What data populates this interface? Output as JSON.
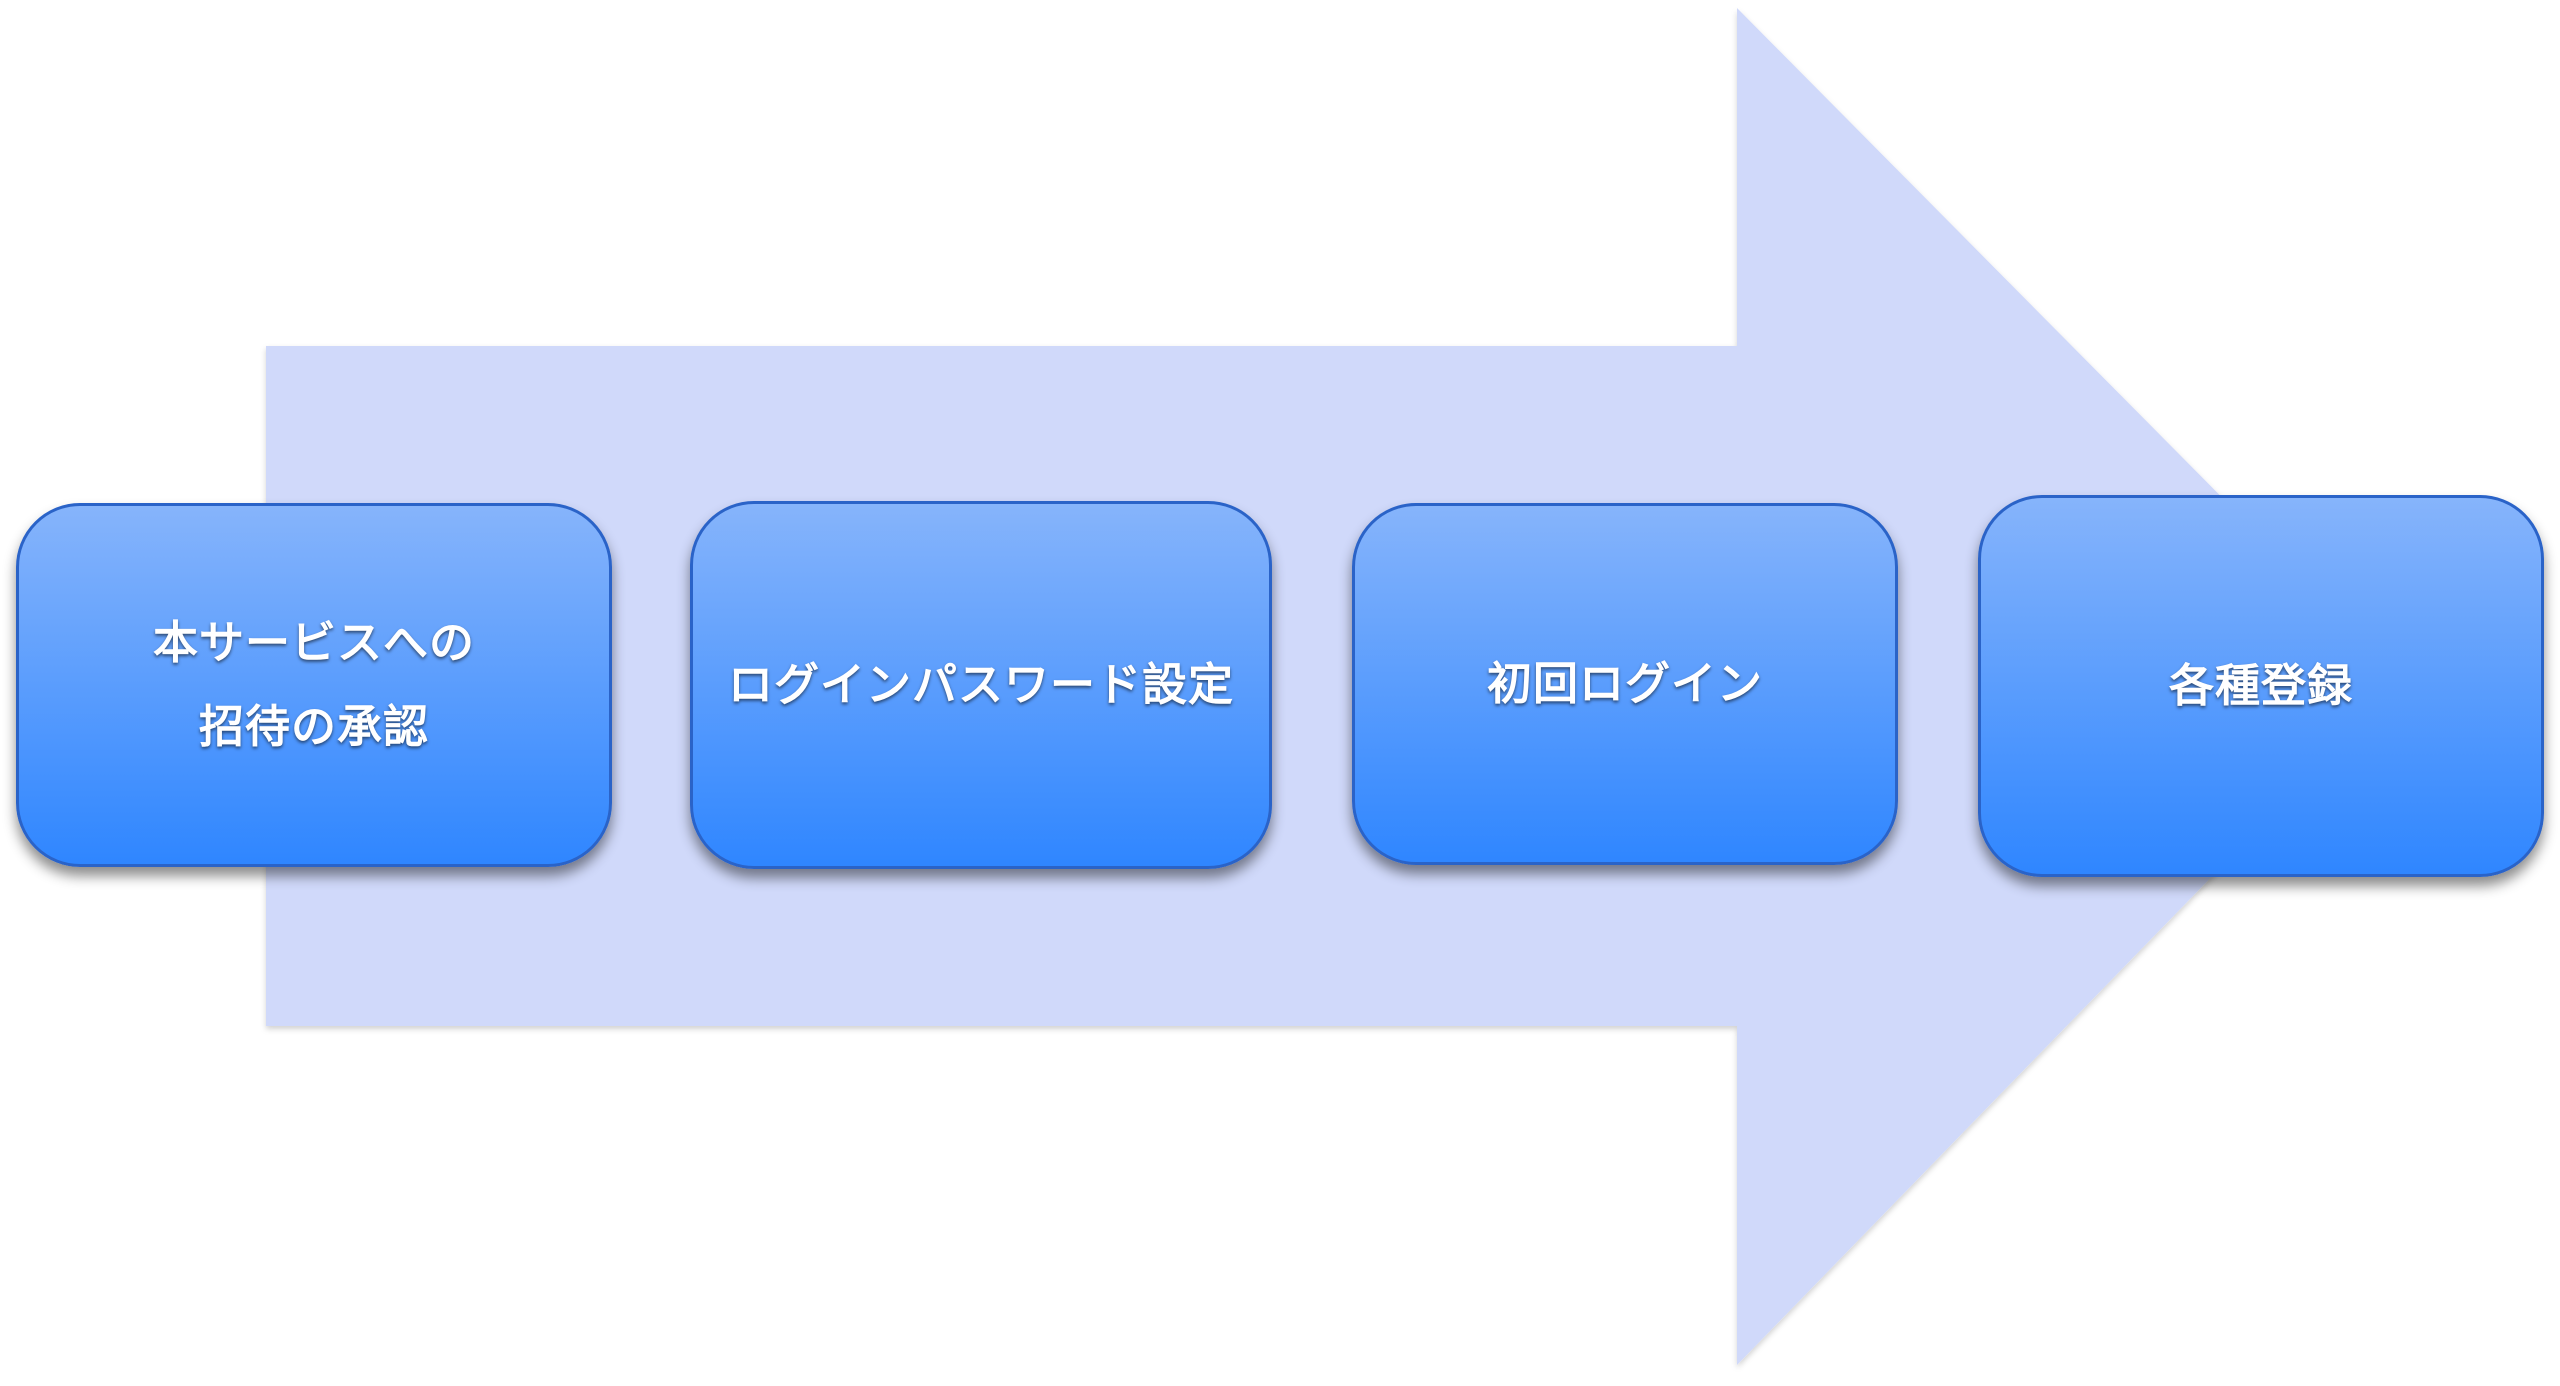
{
  "diagram": {
    "arrow_color": "#d0d9fa",
    "box_gradient": [
      "#86b4fb",
      "#2f86ff"
    ],
    "steps": [
      {
        "label": "本サービスへの\n招待の承認"
      },
      {
        "label": "ログインパスワード設定"
      },
      {
        "label": "初回ログイン"
      },
      {
        "label": "各種登録"
      }
    ]
  }
}
